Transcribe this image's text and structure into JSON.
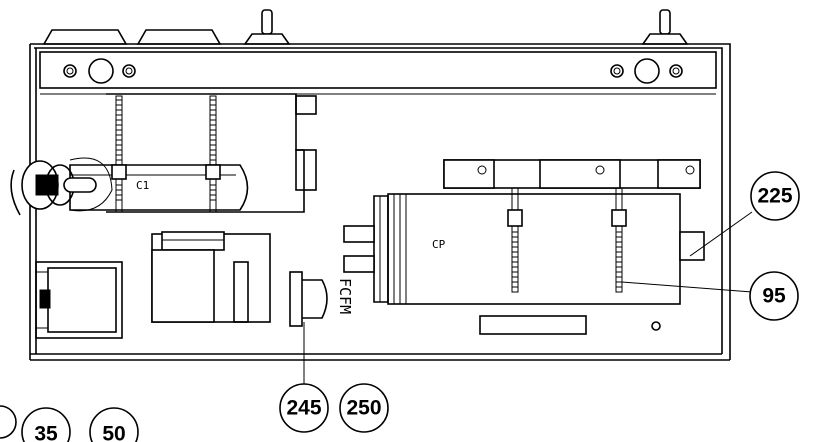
{
  "callouts": {
    "c225": "225",
    "c95": "95",
    "c245": "245",
    "c250": "250",
    "c35": "35",
    "c50": "50"
  },
  "component_labels": {
    "c1": "C1",
    "cp": "CP",
    "fcfm": "FCFM"
  }
}
